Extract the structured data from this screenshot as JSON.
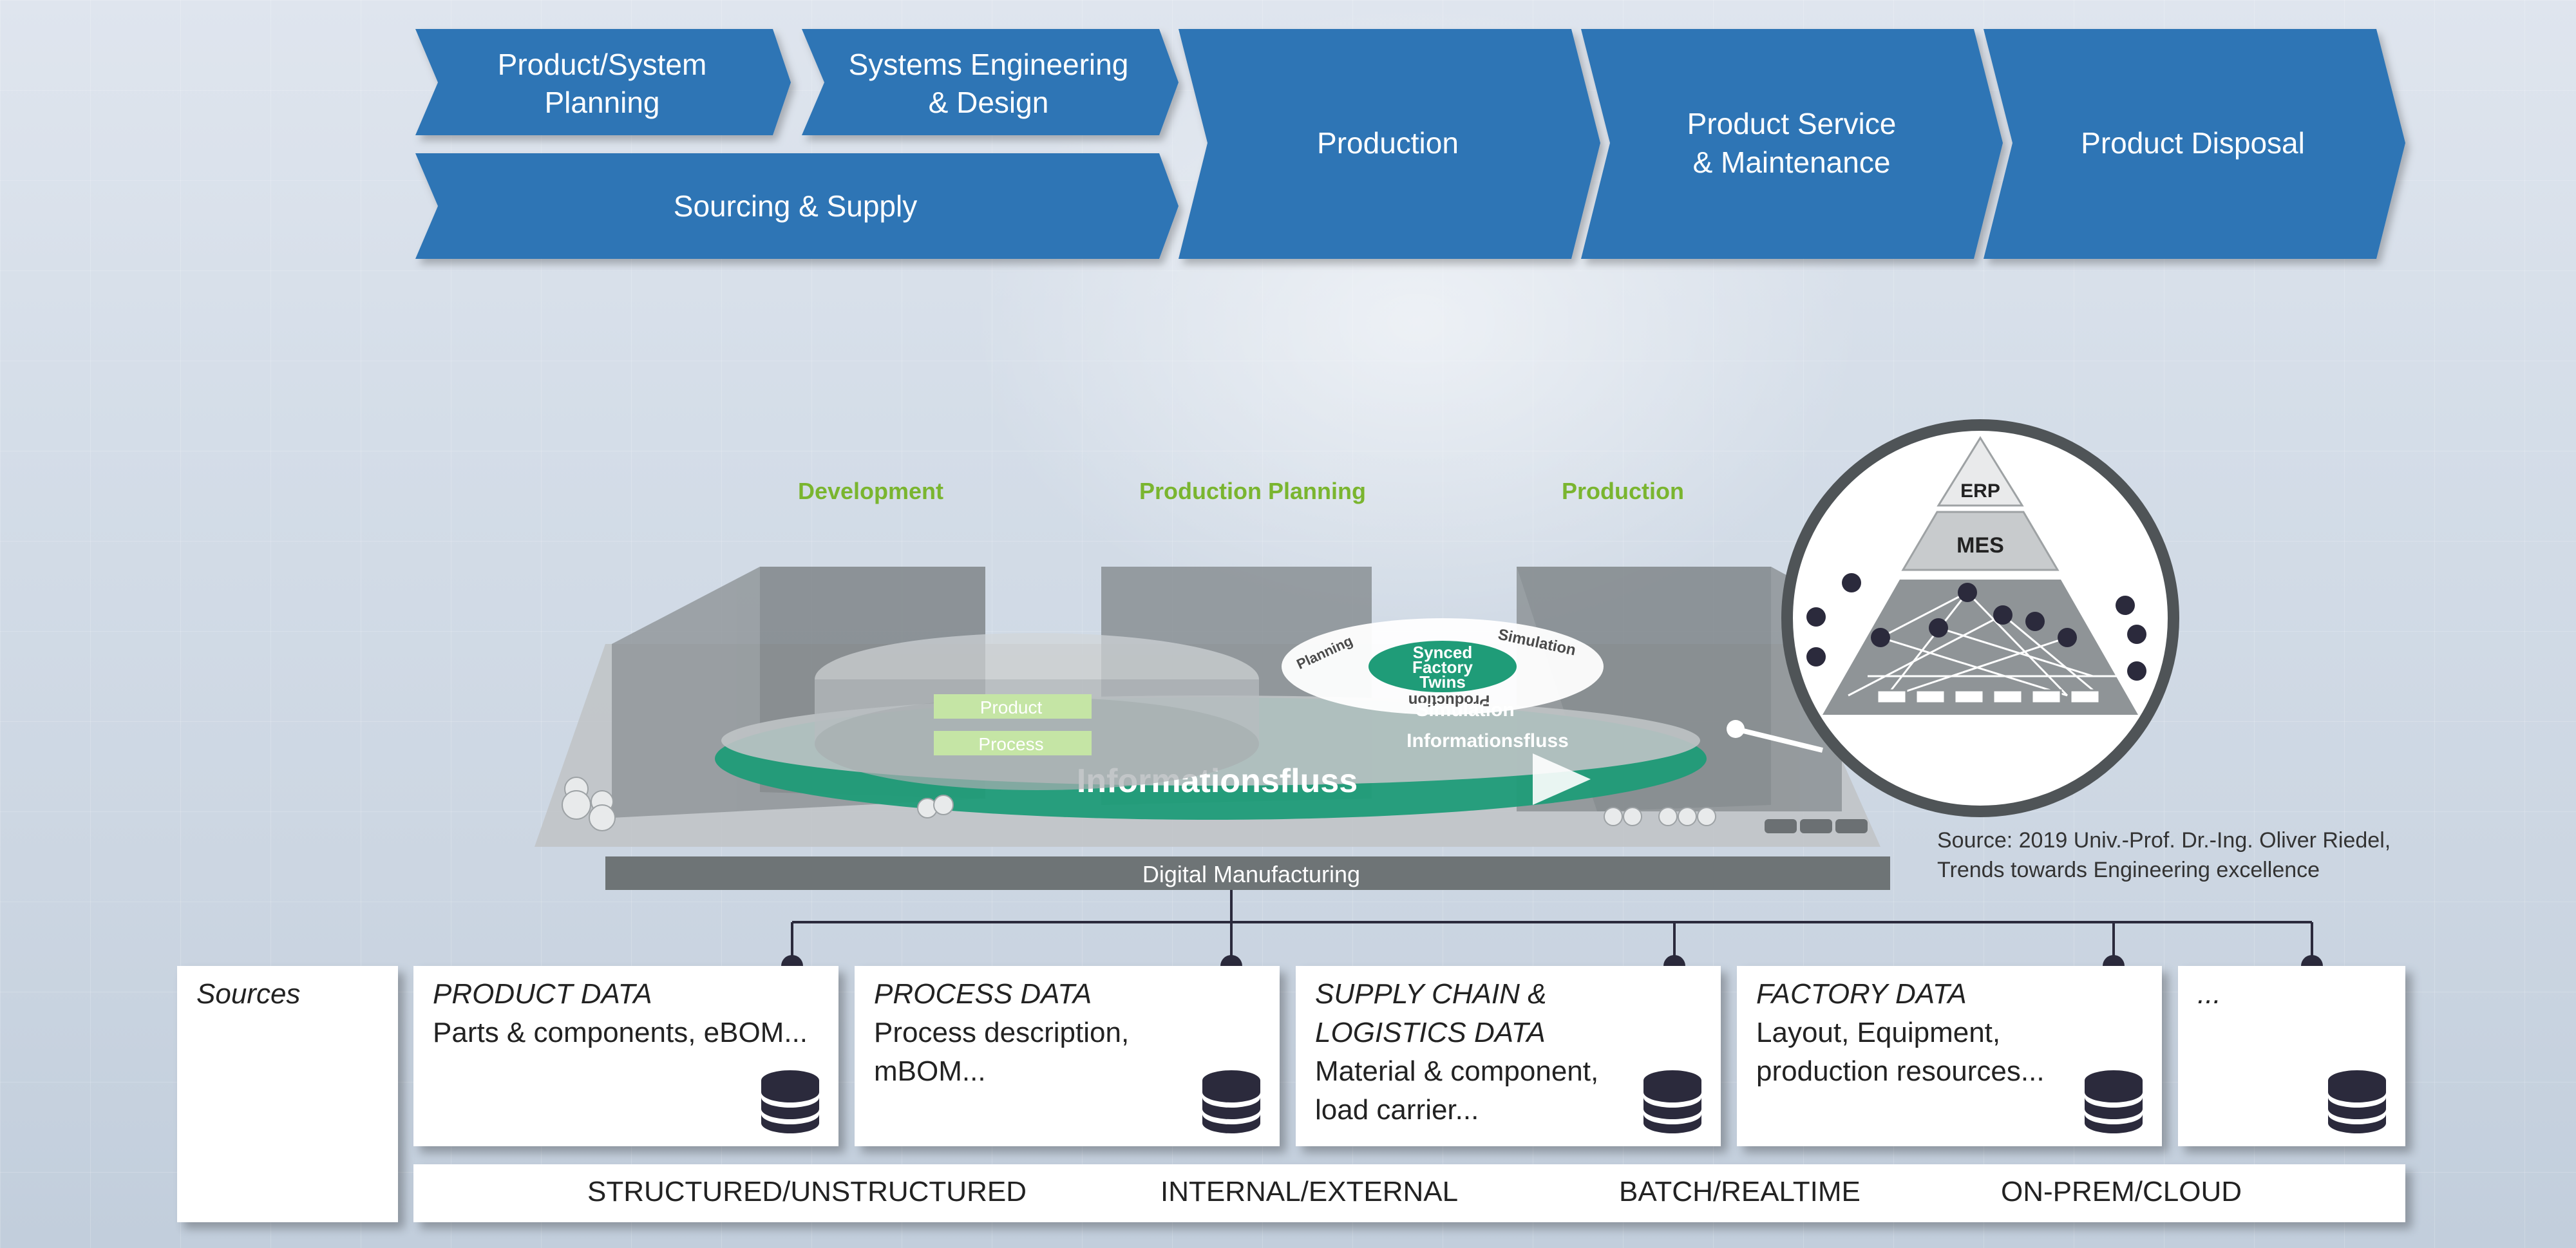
{
  "value_chain": [
    {
      "id": "planning",
      "lines": [
        "Product/System",
        "Planning"
      ]
    },
    {
      "id": "engineering",
      "lines": [
        "Systems Engineering",
        "& Design"
      ]
    },
    {
      "id": "sourcing",
      "lines": [
        "Sourcing & Supply"
      ]
    },
    {
      "id": "production",
      "lines": [
        "Production"
      ]
    },
    {
      "id": "service",
      "lines": [
        "Product Service",
        "& Maintenance"
      ]
    },
    {
      "id": "disposal",
      "lines": [
        "Product Disposal"
      ]
    }
  ],
  "illustration": {
    "stages": [
      "Development",
      "Production Planning",
      "Production"
    ],
    "ring_labels": {
      "product": "Product",
      "process": "Process",
      "simulation": "Simulation",
      "informationsfluss_small": "Informationsfluss",
      "informationsfluss_big": "Informationsfluss",
      "twins_core": [
        "Synced",
        "Factory",
        "Twins"
      ],
      "ring_words": [
        "Simulation",
        "Production",
        "Planning"
      ]
    },
    "platform_label": "Digital Manufacturing",
    "pyramid": {
      "top": "ERP",
      "middle": "MES"
    }
  },
  "source_note": [
    "Source: 2019 Univ.-Prof. Dr.-Ing. Oliver Riedel,",
    "Trends towards Engineering excellence"
  ],
  "sources_label": "Sources",
  "data_sources": [
    {
      "id": "product",
      "title_lines": [
        "PRODUCT DATA"
      ],
      "body_lines": [
        "Parts & components, eBOM..."
      ]
    },
    {
      "id": "process",
      "title_lines": [
        "PROCESS DATA"
      ],
      "body_lines": [
        "Process description,",
        "mBOM..."
      ]
    },
    {
      "id": "supply",
      "title_lines": [
        "SUPPLY CHAIN &",
        "LOGISTICS DATA"
      ],
      "body_lines": [
        "Material & component,",
        "load carrier..."
      ]
    },
    {
      "id": "factory",
      "title_lines": [
        "FACTORY DATA"
      ],
      "body_lines": [
        "Layout, Equipment,",
        "production resources..."
      ]
    },
    {
      "id": "more",
      "title_lines": [
        "..."
      ],
      "body_lines": []
    }
  ],
  "data_characteristics": [
    "STRUCTURED/UNSTRUCTURED",
    "INTERNAL/EXTERNAL",
    "BATCH/REALTIME",
    "ON-PREM/CLOUD"
  ],
  "colors": {
    "chevron": "#2e74b5",
    "green": "#1f9c78",
    "stage_text": "#7ab52f",
    "platform": "#6e7476",
    "database": "#2b2a3c"
  }
}
